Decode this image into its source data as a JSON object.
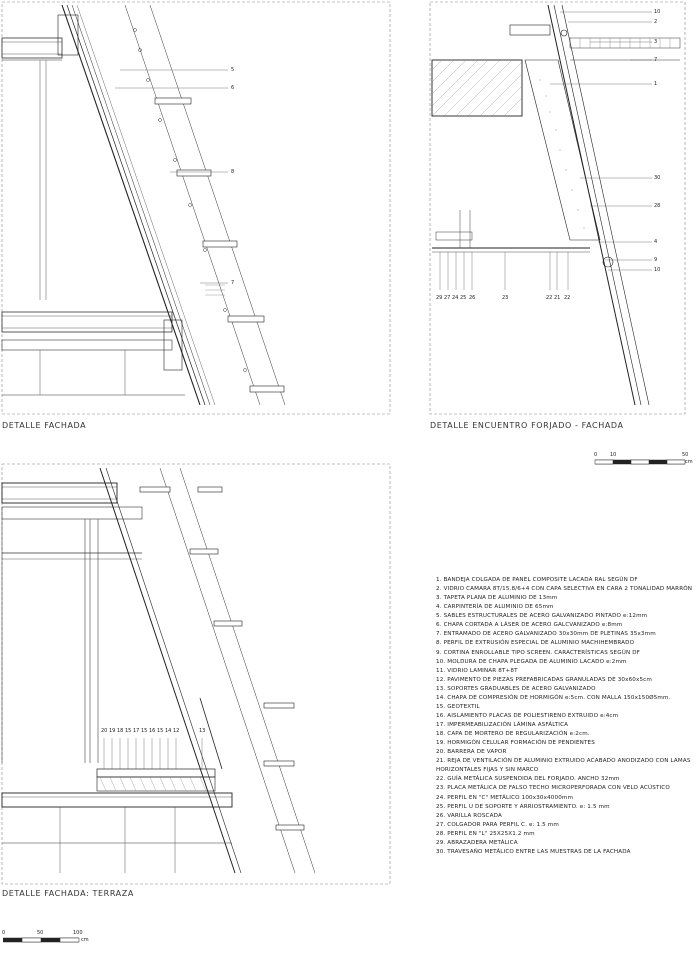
{
  "details": {
    "fachada": {
      "caption": "DETALLE FACHADA",
      "callouts": [
        "5",
        "6",
        "8",
        "7"
      ]
    },
    "forjado": {
      "caption": "DETALLE ENCUENTRO FORJADO - FACHADA",
      "callouts_right": [
        "10",
        "2",
        "3",
        "7",
        "1",
        "30",
        "28",
        "4",
        "9",
        "10"
      ],
      "callouts_bottom": [
        "29",
        "27",
        "24",
        "25",
        "26",
        "23",
        "22",
        "21",
        "22"
      ]
    },
    "terraza": {
      "caption": "DETALLE FACHADA: TERRAZA",
      "callouts": [
        "20",
        "19",
        "18",
        "15",
        "17",
        "15",
        "16",
        "15",
        "14",
        "12",
        "13"
      ]
    }
  },
  "scales": {
    "top": {
      "ticks": [
        "0",
        "10",
        "50"
      ],
      "unit": "cm"
    },
    "bottom": {
      "ticks": [
        "0",
        "50",
        "100"
      ],
      "unit": "cm"
    }
  },
  "legend": [
    "1. BANDEJA COLGADA DE PANEL COMPOSITE LACADA RAL SEGÚN DF",
    "2. VIDRIO CAMARA 8T/15.8/6+4 CON CAPA SELECTIVA EN CARA 2 TONALIDAD MARRÓN",
    "3. TAPETA PLANA DE ALUMINIO DE 13mm",
    "4. CARPINTERÍA DE ALUMINIO DE 65mm",
    "5. SABLES ESTRUCTURALES DE ACERO GALVANIZADO PINTADO e:12mm",
    "6. CHAPA CORTADA A LÁSER DE ACERO GALCVANIZADO e:8mm",
    "7. ENTRAMADO DE ACERO GALVANIZADO 30x30mm DE PLETINAS 35x3mm",
    "8. PERFIL DE EXTRUSIÓN ESPECIAL DE ALUMINIO MACHIHEMBRADO",
    "9. CORTINA ENROLLABLE TIPO SCREEN. CARACTERÍSTICAS SEGÚN DF",
    "10. MOLDURA DE CHAPA PLEGADA DE ALUMINIO LACADO e:2mm",
    "11. VIDRIO LAMINAR 8T+8T",
    "12. PAVIMENTO DE PIEZAS PREFABRICADAS GRANULADAS DE 30x60x5cm",
    "13. SOPORTES GRADUABLES DE ACERO GALVANIZADO",
    "14. CHAPA DE COMPRESIÓN DE HORMIGÓN e:5cm. CON MALLA 150x150Ø5mm.",
    "15. GEOTEXTIL",
    "16. AISLAMIENTO PLACAS DE POLIESTIRENO EXTRUIDO e:4cm",
    "17. IMPERMEABILIZACIÓN LÁMINA ASFÁLTICA",
    "18. CAPA DE MORTERO DE REGULARIZACIÓN e:2cm.",
    "19. HORMIGÓN CELULAR FORMACIÓN DE PENDIENTES",
    "20. BARRERA DE VAPOR",
    "21. REJA DE VENTILACIÓN DE ALUMINIO EXTRUIDO ACABADO ANODIZADO CON LAMAS",
    "HORIZONTALES FIJAS Y SIN MARCO",
    "22. GUÍA METÁLICA SUSPENDIDA DEL FORJADO. ANCHO 32mm",
    "23. PLACA METÁLICA DE FALSO TECHO MICROPERFORADA CON VELO ACÚSTICO",
    "24. PERFIL EN \"C\" METÁLICO 100x30x4000mm",
    "25. PERFIL U DE SOPORTE Y ARRIOSTRAMIENTO. e: 1.5 mm",
    "26. VARILLA ROSCADA",
    "27. COLGADOR PARA PERFIL C. e: 1.5 mm",
    "28. PERFIL EN \"L\" 25X25X1.2 mm",
    "29. ABRAZADERA METÁLICA",
    "30. TRAVESAÑO METÁLICO ENTRE LAS MUESTRAS DE LA FACHADA"
  ]
}
